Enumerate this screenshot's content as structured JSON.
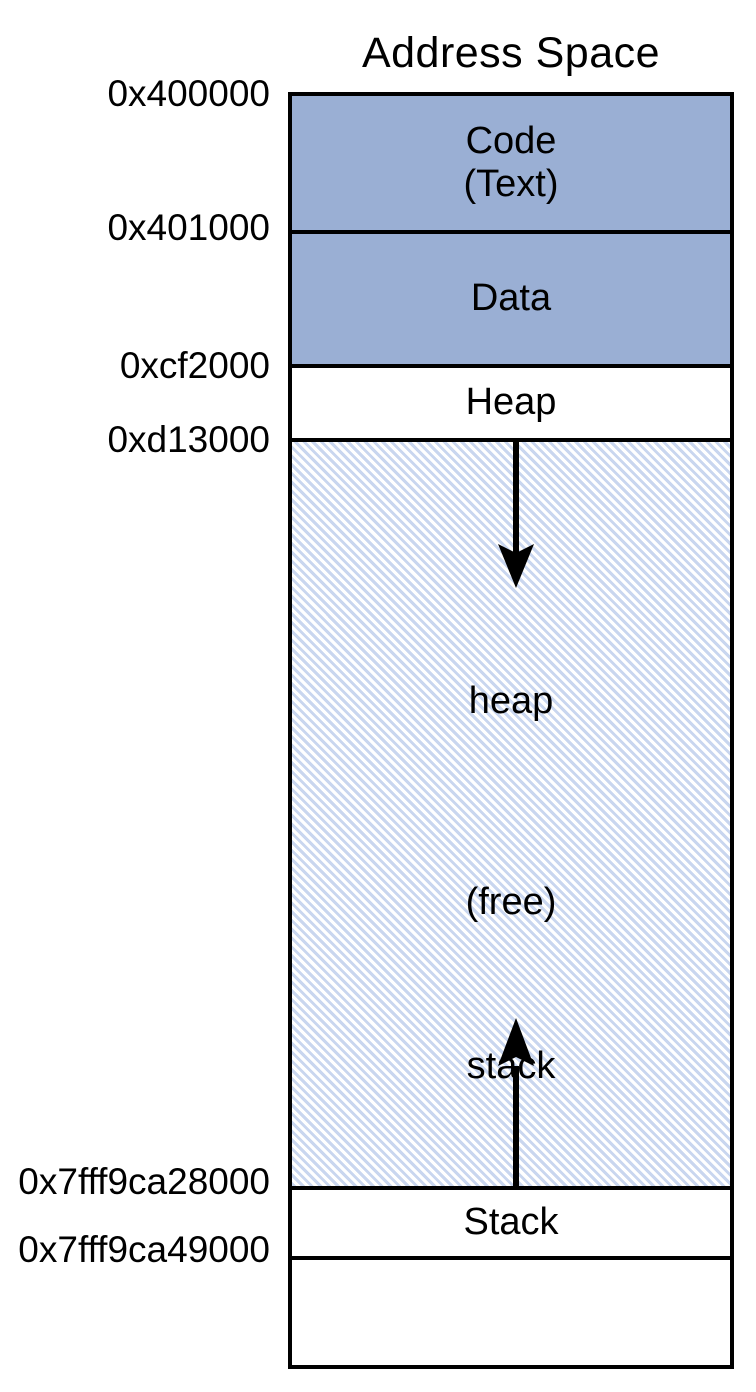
{
  "diagram": {
    "title": "Address Space",
    "colors": {
      "mapped_fill": "#9aafd4",
      "free_hatch": "#c9d6ef",
      "background": "#ffffff",
      "outline": "#000000"
    },
    "segments": [
      {
        "id": "code",
        "label_line1": "Code",
        "label_line2": "(Text)",
        "fill": "mapped"
      },
      {
        "id": "data",
        "label_line1": "Data",
        "label_line2": "",
        "fill": "mapped"
      },
      {
        "id": "heap",
        "label_line1": "Heap",
        "label_line2": "",
        "fill": "white"
      },
      {
        "id": "free",
        "label_line1": "",
        "label_line2": "",
        "fill": "hatch"
      },
      {
        "id": "stack",
        "label_line1": "Stack",
        "label_line2": "",
        "fill": "white"
      },
      {
        "id": "tail",
        "label_line1": "",
        "label_line2": "",
        "fill": "white"
      }
    ],
    "free_region_labels": {
      "heap_growth": "heap",
      "free": "(free)",
      "stack_growth": "stack"
    },
    "arrows": [
      {
        "id": "heap-grows-down",
        "direction": "down"
      },
      {
        "id": "stack-grows-up",
        "direction": "up"
      }
    ],
    "addresses": [
      {
        "id": "code-start",
        "value": "0x400000"
      },
      {
        "id": "data-start",
        "value": "0x401000"
      },
      {
        "id": "heap-start",
        "value": "0xcf2000"
      },
      {
        "id": "heap-end",
        "value": "0xd13000"
      },
      {
        "id": "stack-start",
        "value": "0x7fff9ca28000"
      },
      {
        "id": "stack-end",
        "value": "0x7fff9ca49000"
      }
    ]
  }
}
